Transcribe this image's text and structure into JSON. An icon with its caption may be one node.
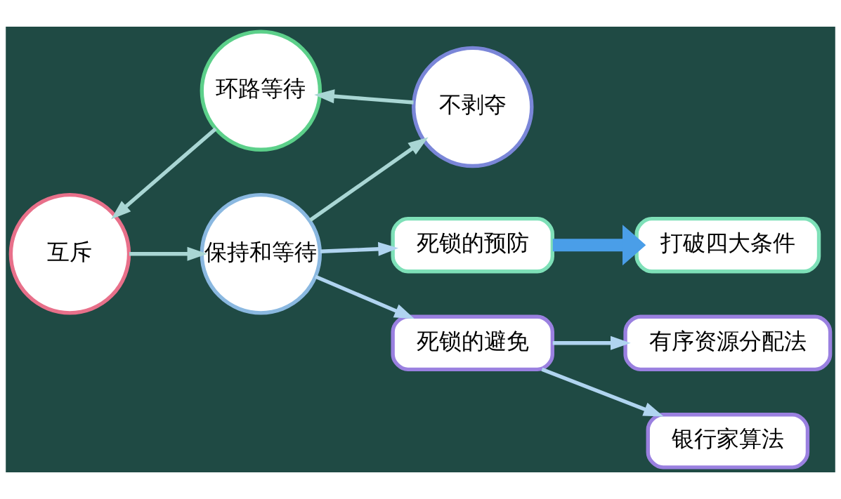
{
  "diagram": {
    "nodes": [
      {
        "text": [
          "互斥"
        ]
      },
      {
        "text": [
          "保持和等待"
        ]
      },
      {
        "text": [
          "不剥夺"
        ]
      },
      {
        "text": [
          "环路等待"
        ]
      },
      {
        "text": [
          "死锁的预防"
        ]
      },
      {
        "text": [
          "打破四大条件"
        ]
      },
      {
        "text": [
          "死锁的避免"
        ]
      },
      {
        "text": [
          "有序资源分配法"
        ]
      },
      {
        "text": [
          "银行家算法"
        ]
      }
    ],
    "edges": [
      {
        "from": 0,
        "to": 1,
        "arrow": "to",
        "color": "#a9d6d4"
      },
      {
        "from": 1,
        "to": 2,
        "arrow": "to",
        "color": "#a9d6d4"
      },
      {
        "from": 2,
        "to": 3,
        "arrow": "to",
        "color": "#a9d6d4"
      },
      {
        "from": 3,
        "to": 0,
        "arrow": "to",
        "color": "#a9d6d4"
      },
      {
        "from": 1,
        "to": 4,
        "arrow": "to"
      },
      {
        "from": 1,
        "to": 6,
        "arrow": "to"
      },
      {
        "from": 4,
        "to": 5,
        "arrow": "to",
        "style": "thick",
        "color": "#4a9ee8"
      },
      {
        "from": 6,
        "to": 7,
        "arrow": "to"
      },
      {
        "from": 6,
        "to": 8,
        "arrow": "to"
      }
    ]
  }
}
